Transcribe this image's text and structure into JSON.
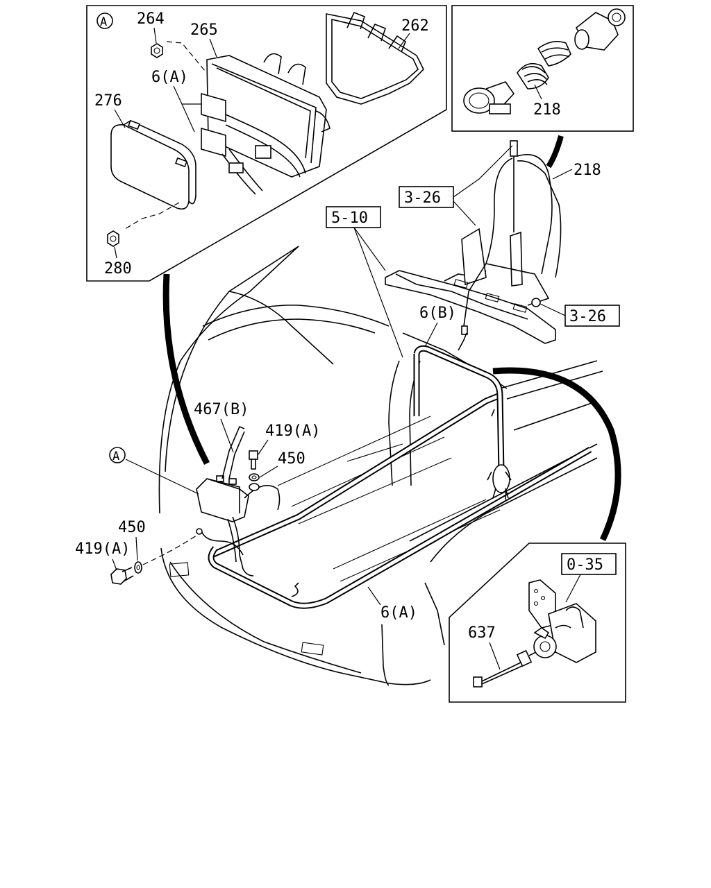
{
  "labels": {
    "detail_marker": "A",
    "p264": "264",
    "p265": "265",
    "p262": "262",
    "p6a_top": "6(A)",
    "p276": "276",
    "p280": "280",
    "p218_inset": "218",
    "p218_main": "218",
    "ref_3_26_upper": "3-26",
    "ref_3_26_lower": "3-26",
    "ref_5_10": "5-10",
    "p6b": "6(B)",
    "p467b": "467(B)",
    "p419a_right": "419(A)",
    "p450_right": "450",
    "detail_callout": "A",
    "p450_left": "450",
    "p419a_left": "419(A)",
    "p6a_bottom": "6(A)",
    "ref_0_35": "0-35",
    "p637": "637"
  }
}
